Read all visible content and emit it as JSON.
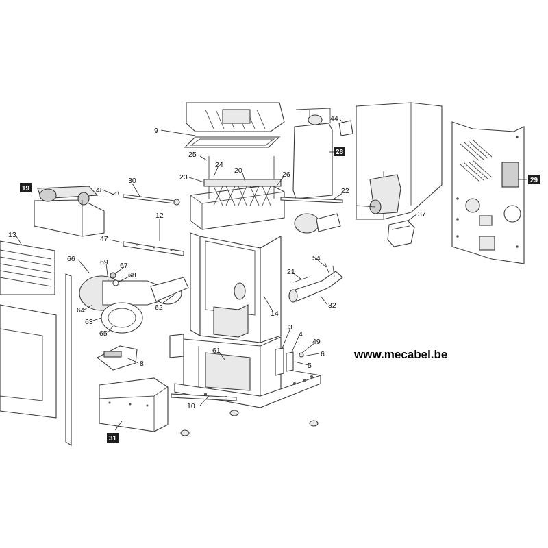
{
  "diagram": {
    "website": "www.mecabel.be",
    "boxed_labels": [
      {
        "id": "p19",
        "text": "19"
      },
      {
        "id": "p28",
        "text": "28"
      },
      {
        "id": "p29",
        "text": "29"
      },
      {
        "id": "p31",
        "text": "31"
      }
    ],
    "labels": {
      "l9": "9",
      "l25": "25",
      "l24": "24",
      "l23": "23",
      "l20": "20",
      "l26": "26",
      "l44": "44",
      "l22": "22",
      "l37": "37",
      "l48": "48",
      "l30": "30",
      "l12": "12",
      "l47": "47",
      "l13": "13",
      "l66": "66",
      "l69": "69",
      "l67": "67",
      "l68": "68",
      "l62": "62",
      "l64": "64",
      "l63": "63",
      "l65": "65",
      "l8": "8",
      "l54": "54",
      "l21": "21",
      "l32": "32",
      "l14": "14",
      "l3": "3",
      "l4": "4",
      "l49": "49",
      "l6": "6",
      "l5": "5",
      "l61": "61",
      "l10": "10"
    }
  }
}
